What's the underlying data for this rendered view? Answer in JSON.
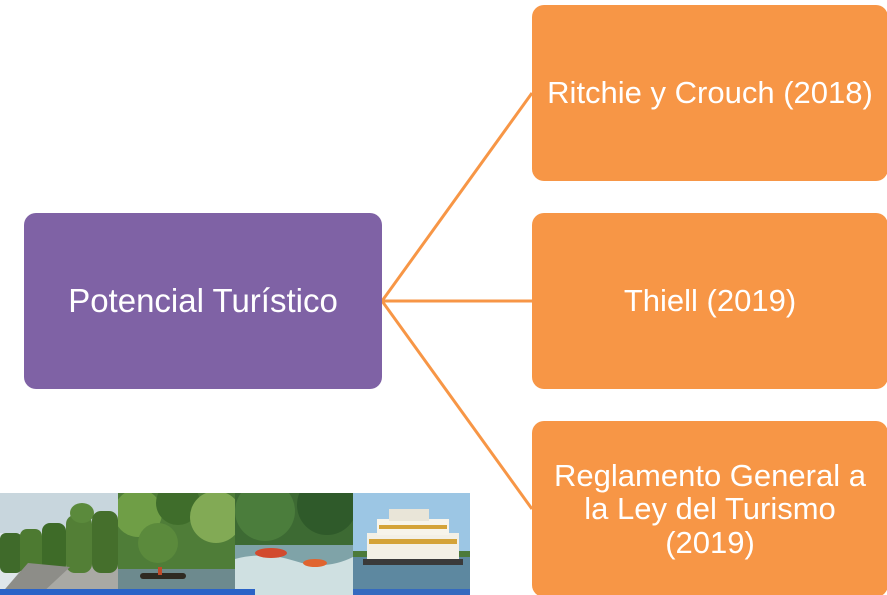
{
  "colors": {
    "root_fill": "#7f62a5",
    "child_fill": "#f79646",
    "connector": "#f79646",
    "text": "#ffffff",
    "strip": "#2a63c7"
  },
  "root": {
    "label": "Potencial Turístico"
  },
  "children": [
    {
      "label": "Ritchie y Crouch (2018)"
    },
    {
      "label": "Thiell (2019)"
    },
    {
      "label": "Reglamento General a la Ley del Turismo (2019)"
    }
  ],
  "photos": [
    {
      "icon": "topiary-garden-photo"
    },
    {
      "icon": "jungle-river-photo"
    },
    {
      "icon": "river-rafting-photo"
    },
    {
      "icon": "river-cruise-boat-photo"
    }
  ]
}
